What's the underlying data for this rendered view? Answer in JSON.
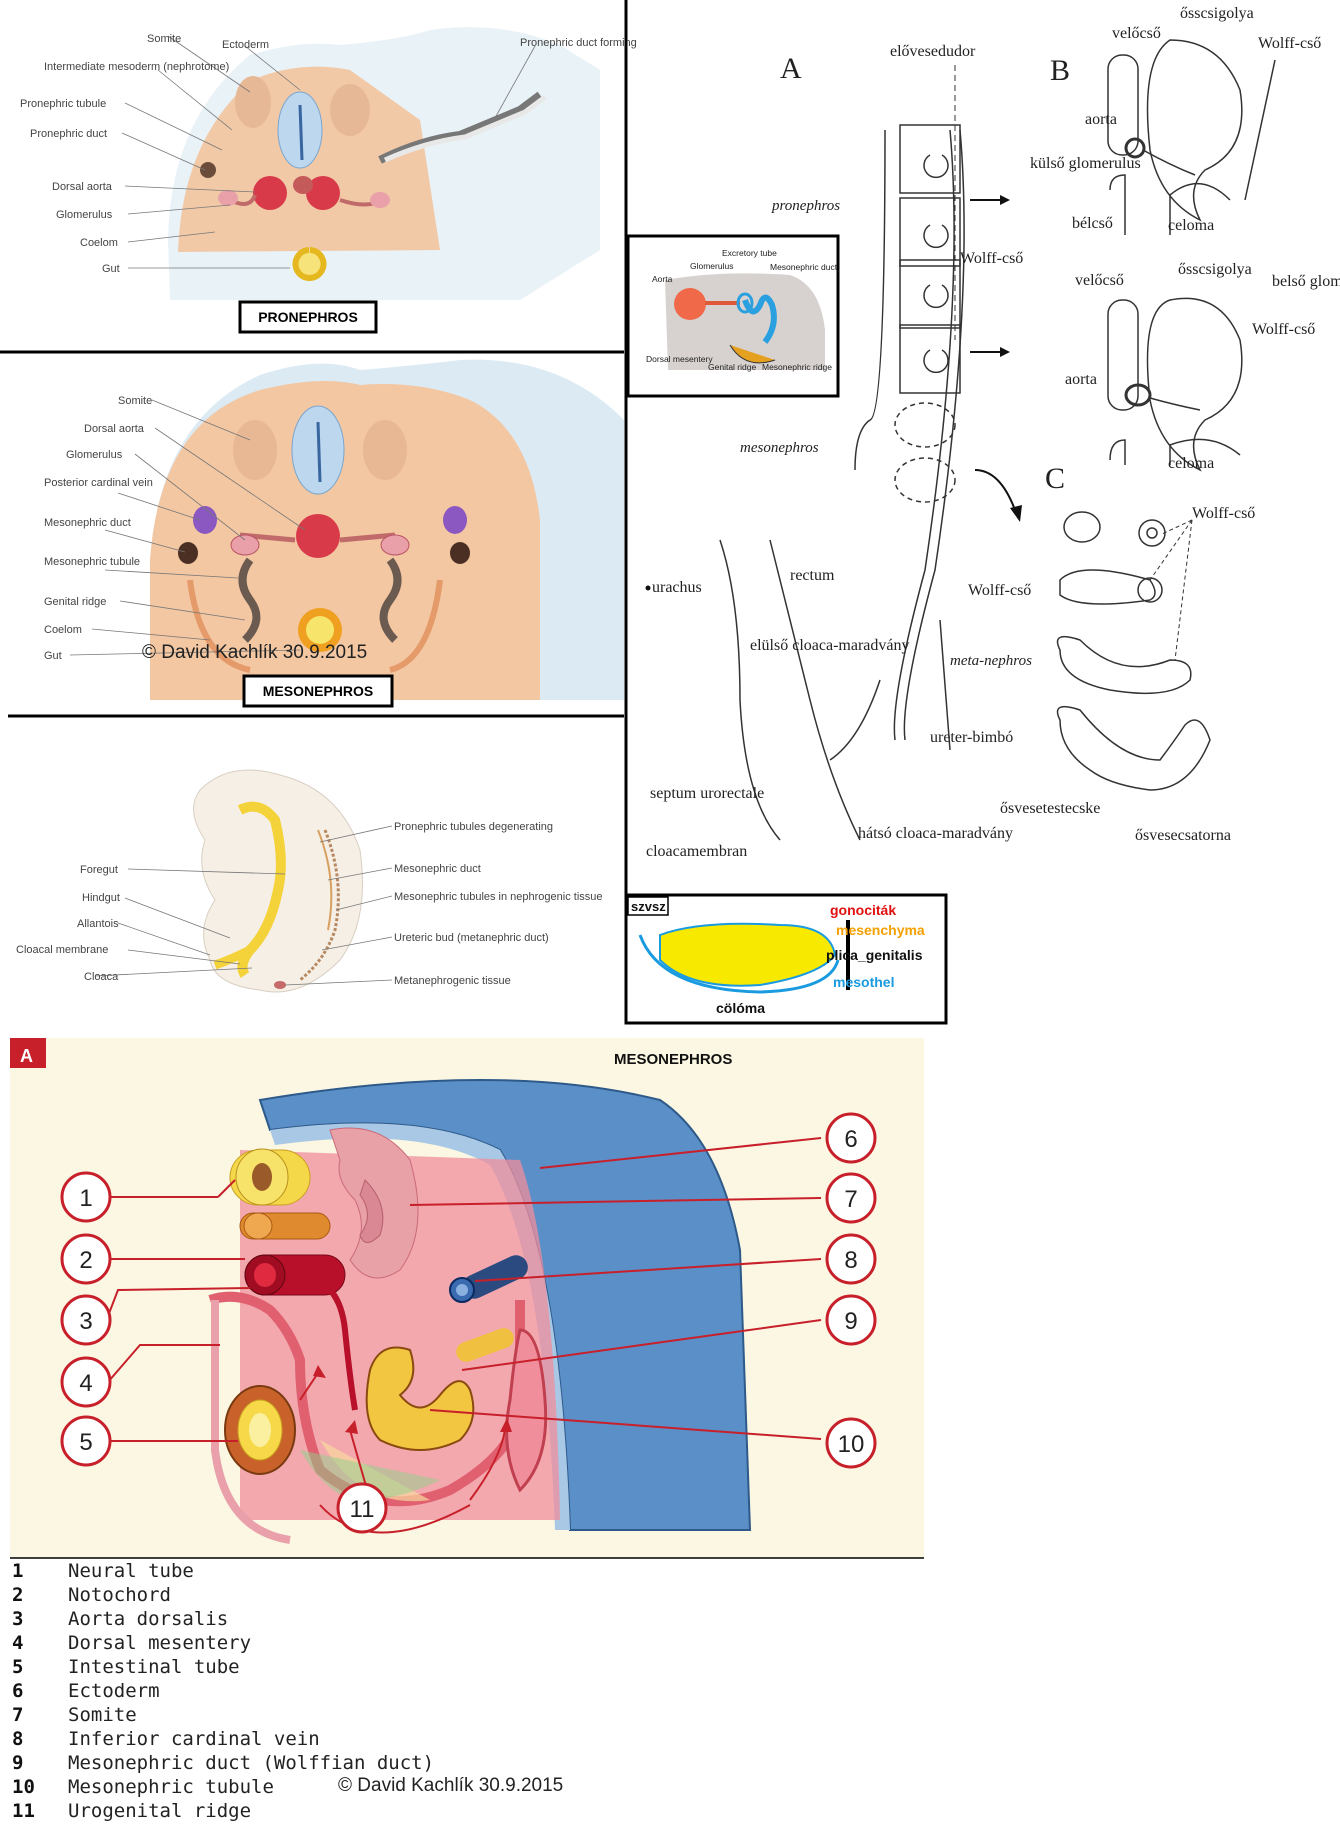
{
  "pronephros_panel": {
    "title": "PRONEPHROS",
    "labels_left": [
      "Intermediate mesoderm (nephrotome)",
      "Pronephric tubule",
      "Pronephric duct",
      "Dorsal aorta",
      "Glomerulus",
      "Coelom",
      "Gut"
    ],
    "label_somite": "Somite",
    "label_ectoderm": "Ectoderm",
    "label_duct_forming": "Pronephric duct forming"
  },
  "mesonephros_panel": {
    "title": "MESONEPHROS",
    "labels": [
      "Somite",
      "Dorsal aorta",
      "Glomerulus",
      "Posterior cardinal vein",
      "Mesonephric duct",
      "Mesonephric tubule",
      "Genital ridge",
      "Coelom",
      "Gut"
    ],
    "copyright": "© David Kachlík 30.9.2015"
  },
  "embryo_panel": {
    "labels_left": [
      "Foregut",
      "Hindgut",
      "Allantois",
      "Cloacal membrane",
      "Cloaca"
    ],
    "labels_right": [
      "Pronephric tubules degenerating",
      "Mesonephric duct",
      "Mesonephric tubules in nephrogenic tissue",
      "Ureteric bud (metanephric duct)",
      "Metanephrogenic tissue"
    ]
  },
  "inset_panel": {
    "labels": [
      "Excretory tube",
      "Glomerulus",
      "Aorta",
      "Mesonephric duct",
      "Dorsal mesentery",
      "Genital ridge",
      "Mesonephric ridge"
    ]
  },
  "hungarian_panel": {
    "letters": [
      "A",
      "B",
      "C"
    ],
    "labels": [
      "elővesedudor",
      "pronephros",
      "Wolff-cső",
      "mesonephros",
      "urachus",
      "rectum",
      "Wolff-cső",
      "elülső cloaca-maradvány",
      "meta-nephros",
      "ureter-bimbó",
      "septum urorectale",
      "cloacamembran",
      "hátsó cloaca-maradvány",
      "ősvesetestecske",
      "ősvesecsatorna"
    ],
    "b_labels": [
      "ősscsigolya",
      "velőcső",
      "Wolff-cső",
      "aorta",
      "külső glomerulus",
      "bélcső",
      "celoma"
    ],
    "b2_labels": [
      "ősscsigolya",
      "velőcső",
      "belső glomerulus",
      "Wolff-cső",
      "aorta",
      "celoma"
    ],
    "c_label": "Wolff-cső"
  },
  "legend_box": {
    "tag": "szvsz",
    "items": [
      "gonociták",
      "mesenchyma",
      "plica_genitalis",
      "mesothel"
    ],
    "bottom": "cölóma",
    "colors": {
      "gonociták": "#e01010",
      "mesenchyma": "#f5a000",
      "plica_genitalis": "#111111",
      "mesothel": "#1a9be0"
    }
  },
  "bottom_panel": {
    "tag": "A",
    "title": "MESONEPHROS",
    "callouts": [
      "1",
      "2",
      "3",
      "4",
      "5",
      "6",
      "7",
      "8",
      "9",
      "10",
      "11"
    ],
    "key": [
      {
        "num": "1",
        "text": "Neural tube"
      },
      {
        "num": "2",
        "text": "Notochord"
      },
      {
        "num": "3",
        "text": "Aorta dorsalis"
      },
      {
        "num": "4",
        "text": "Dorsal mesentery"
      },
      {
        "num": "5",
        "text": "Intestinal tube"
      },
      {
        "num": "6",
        "text": "Ectoderm"
      },
      {
        "num": "7",
        "text": "Somite"
      },
      {
        "num": "8",
        "text": "Inferior cardinal vein"
      },
      {
        "num": "9",
        "text": "Mesonephric duct (Wolffian duct)"
      },
      {
        "num": "10",
        "text": "Mesonephric tubule"
      },
      {
        "num": "11",
        "text": "Urogenital ridge"
      }
    ],
    "copyright": "© David Kachlík 30.9.2015"
  }
}
